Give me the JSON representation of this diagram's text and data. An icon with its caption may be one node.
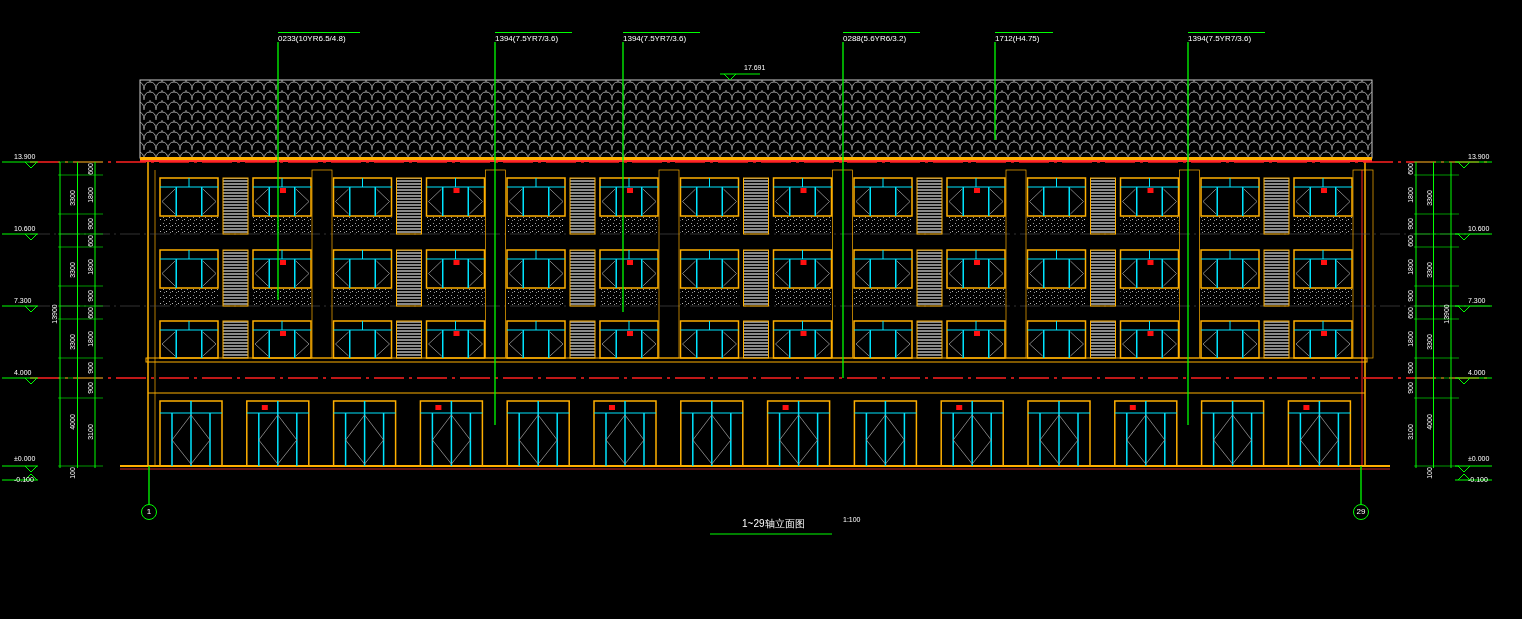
{
  "diagram": {
    "title": "1~29轴立面图",
    "nodes": [
      {
        "text": [
          "0233(10YR6.5/4.8)"
        ]
      },
      {
        "text": [
          "1394(7.5YR7/3.6)"
        ]
      },
      {
        "text": [
          "1394(7.5YR7/3.6)"
        ]
      },
      {
        "text": [
          "0288(5.6YR6/3.2)"
        ]
      },
      {
        "text": [
          "1712(H4.75)"
        ]
      },
      {
        "text": [
          "1394(7.5YR7/3.6)"
        ]
      },
      {
        "text": [
          "1"
        ]
      },
      {
        "text": [
          "29"
        ]
      }
    ],
    "edges": [
      {
        "from": 0,
        "to": null,
        "arrow": "none"
      },
      {
        "from": 1,
        "to": null,
        "arrow": "none"
      },
      {
        "from": 2,
        "to": null,
        "arrow": "none"
      },
      {
        "from": 3,
        "to": null,
        "arrow": "none"
      },
      {
        "from": 4,
        "to": null,
        "arrow": "none"
      },
      {
        "from": 5,
        "to": null,
        "arrow": "none"
      },
      {
        "from": 6,
        "to": null,
        "arrow": "none"
      },
      {
        "from": 7,
        "to": null,
        "arrow": "none"
      }
    ],
    "labels": [
      "17.691",
      "13.900",
      "10.600",
      "7.300",
      "4.000",
      "±0.000",
      "-0.100",
      "13.900",
      "10.600",
      "7.300",
      "4.000",
      "±0.000",
      "-0.100",
      "13900",
      "3300",
      "3300",
      "3300",
      "4000",
      "100",
      "600",
      "1800",
      "900",
      "600",
      "1800",
      "900",
      "600",
      "1800",
      "900",
      "900",
      "3100",
      "13900",
      "3300",
      "3300",
      "3300",
      "4000",
      "100",
      "600",
      "1800",
      "900",
      "600",
      "1800",
      "900",
      "600",
      "1800",
      "900",
      "900",
      "3100",
      "1:100"
    ]
  }
}
